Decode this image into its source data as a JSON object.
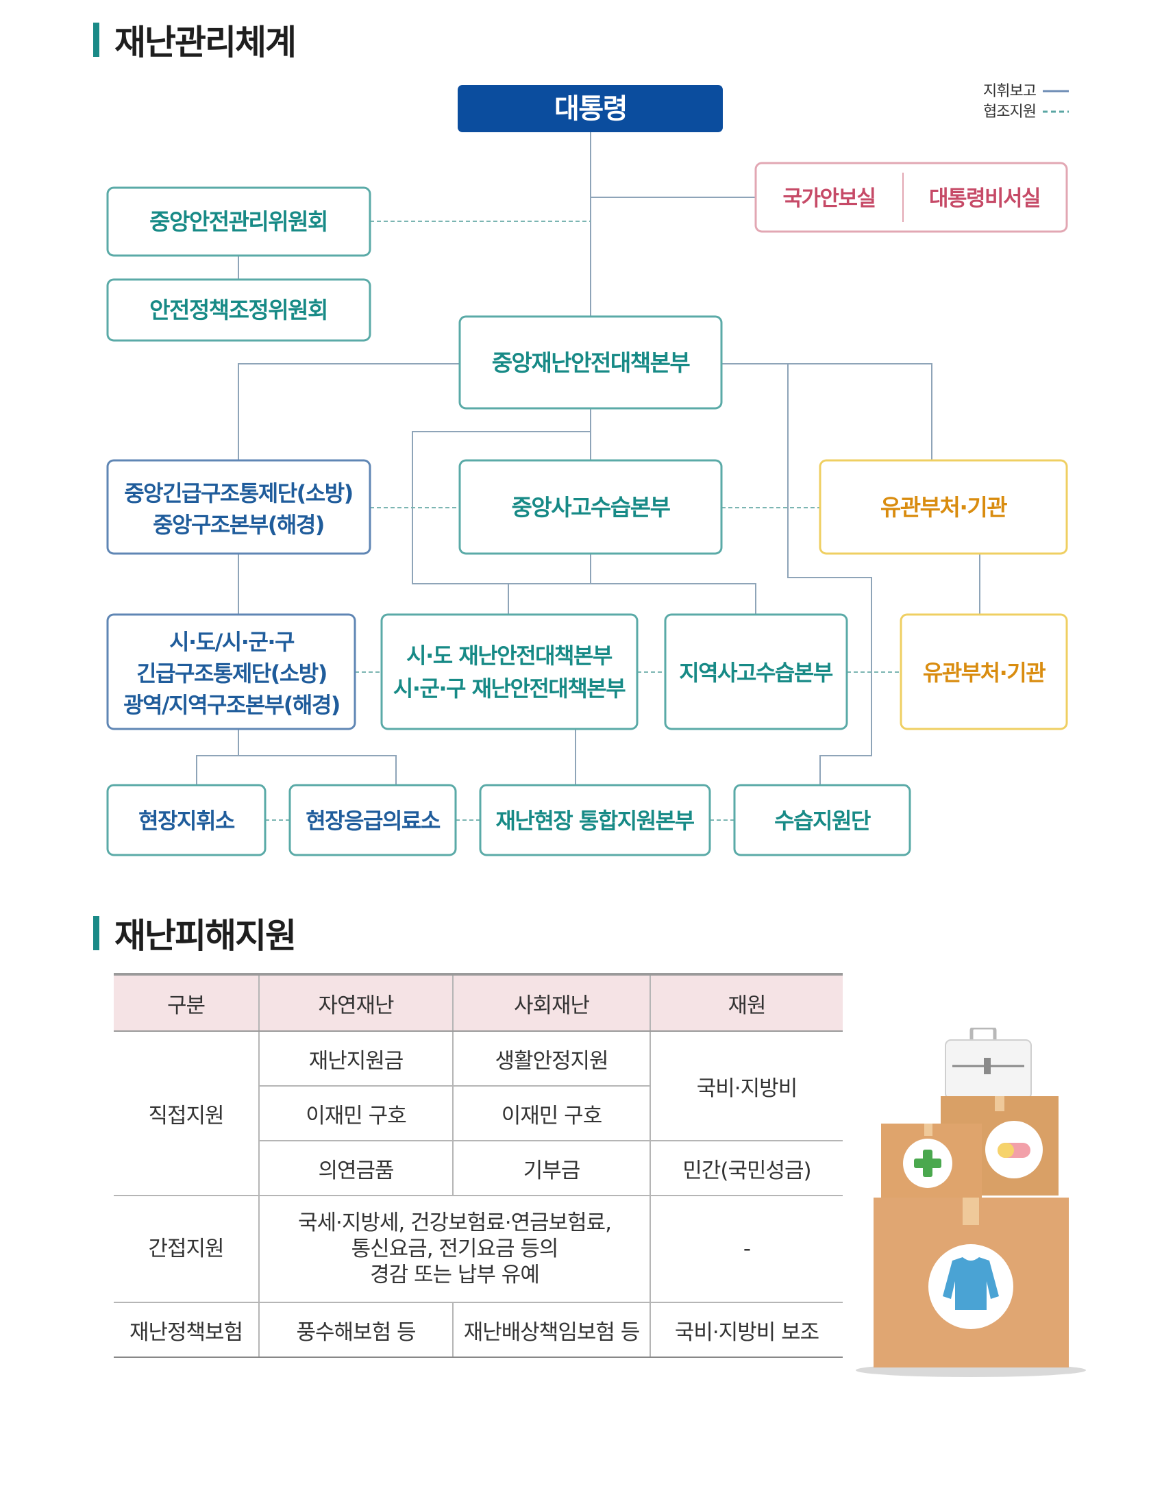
{
  "sections": {
    "system_title": "재난관리체계",
    "support_title": "재난피해지원"
  },
  "legend": {
    "command": "지휘보고",
    "cooperation": "협조지원"
  },
  "nodes": {
    "president": "대통령",
    "national_security": "국가안보실",
    "secretariat": "대통령비서실",
    "central_safety_committee": "중앙안전관리위원회",
    "safety_policy_committee": "안전정책조정위원회",
    "central_disaster_hq": "중앙재난안전대책본부",
    "central_rescue_line1": "중앙긴급구조통제단(소방)",
    "central_rescue_line2": "중앙구조본부(해경)",
    "central_accident_hq": "중앙사고수습본부",
    "agencies_1": "유관부처·기관",
    "regional_rescue_line1": "시·도/시·군·구",
    "regional_rescue_line2": "긴급구조통제단(소방)",
    "regional_rescue_line3": "광역/지역구조본부(해경)",
    "local_disaster_line1": "시·도 재난안전대책본부",
    "local_disaster_line2": "시·군·구 재난안전대책본부",
    "local_accident_hq": "지역사고수습본부",
    "agencies_2": "유관부처·기관",
    "field_command": "현장지휘소",
    "field_medical": "현장응급의료소",
    "field_support_hq": "재난현장 통합지원본부",
    "recovery_support": "수습지원단"
  },
  "colors": {
    "president": "#0b4d9e",
    "teal": "#178a86",
    "blue": "#1f5c9b",
    "pink": "#c64a67",
    "amber": "#d98c0f",
    "line": "#8ea4b8"
  },
  "table": {
    "headers": [
      "구분",
      "자연재난",
      "사회재난",
      "재원"
    ],
    "direct": {
      "label": "직접지원",
      "rows": [
        [
          "재난지원금",
          "생활안정지원"
        ],
        [
          "이재민 구호",
          "이재민 구호"
        ],
        [
          "의연금품",
          "기부금"
        ]
      ],
      "fund_top": "국비·지방비",
      "fund_bottom": "민간(국민성금)"
    },
    "indirect": {
      "label": "간접지원",
      "line1": "국세·지방세, 건강보험료·연금보험료,",
      "line2": "통신요금, 전기요금 등의",
      "line3": "경감 또는 납부 유예",
      "fund": "-"
    },
    "insurance": {
      "label": "재난정책보험",
      "natural": "풍수해보험 등",
      "social": "재난배상책임보험 등",
      "fund": "국비·지방비 보조"
    }
  },
  "illustration_icons": [
    "first-aid-kit-icon",
    "medicine-box-icon",
    "clothing-box-icon"
  ]
}
